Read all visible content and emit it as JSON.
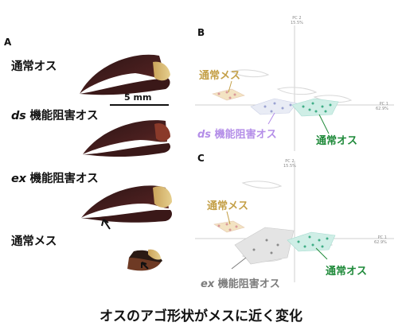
{
  "panel_a": {
    "letter": "A",
    "rows": [
      {
        "label_plain": "通常オス"
      },
      {
        "label_italic": "ds",
        "label_plain": " 機能阻害オス"
      },
      {
        "label_italic": "ex",
        "label_plain": " 機能阻害オス"
      },
      {
        "label_plain": "通常メス"
      }
    ],
    "scale_bar_label": "5 mm"
  },
  "panel_b": {
    "letter": "B",
    "pc1_label": "PC 1",
    "pc1_pct": "62.9%",
    "pc2_label": "PC 2",
    "pc2_pct": "15.5%",
    "labels": {
      "normal_female": "通常メス",
      "ds_male_italic": "ds",
      "ds_male_plain": " 機能阻害オス",
      "normal_male": "通常オス"
    }
  },
  "panel_c": {
    "letter": "C",
    "pc1_label": "PC 1",
    "pc1_pct": "62.9%",
    "pc2_label": "PC 2",
    "pc2_pct": "15.5%",
    "labels": {
      "normal_female": "通常メス",
      "ex_male_italic": "ex",
      "ex_male_plain": " 機能阻害オス",
      "normal_male": "通常オス"
    }
  },
  "caption": "オスのアゴ形状がメスに近く変化",
  "colors": {
    "female": "#c4a048",
    "ds_male": "#b48ee8",
    "ex_male": "#7c7c7c",
    "normal_male": "#1f8a3a",
    "male_hull": "#a6dcd0",
    "ex_hull": "#c8c8c8"
  }
}
